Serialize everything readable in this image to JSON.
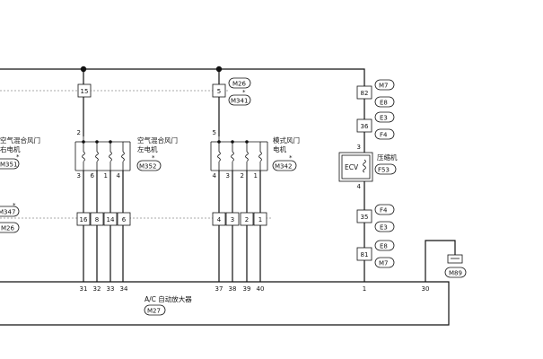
{
  "motors": {
    "air_mix_right": {
      "line1": "空气混合风门",
      "line2": "右电机"
    },
    "air_mix_left": {
      "line1": "空气混合风门",
      "line2": "左电机"
    },
    "mode_door": {
      "line1": "模式风门",
      "line2": "电机"
    }
  },
  "compressor": {
    "label": "压缩机",
    "box_text": "ECV"
  },
  "amplifier": {
    "line1": "A/C 自动放大器",
    "connector": "M27"
  },
  "connectors": {
    "m351": "M351",
    "m347_left": "M347",
    "m26_left": "M26",
    "m26_top": "M26",
    "m341": "M341",
    "m352": "M352",
    "m342": "M342",
    "m7_top": "M7",
    "e8_top": "E8",
    "e3_top": "E3",
    "f4_top": "F4",
    "f53": "F53",
    "f4_bottom": "F4",
    "e3_bottom": "E3",
    "e8_bottom": "E8",
    "m7_bottom": "M7",
    "m89": "M89"
  },
  "markers": {
    "star": "*"
  },
  "pins": {
    "top_left_block": "15",
    "top_mid_block": "5",
    "motor_left_common": "2",
    "motor_mid_common": "5",
    "motor_left_bottom": [
      "3",
      "6",
      "1",
      "4"
    ],
    "motor_mid_bottom": [
      "4",
      "3",
      "2",
      "1"
    ],
    "mid_left_block": [
      "16",
      "8",
      "14",
      "6"
    ],
    "mid_mid_block": [
      "4",
      "3",
      "2",
      "1"
    ],
    "comp_col": [
      "82",
      "36",
      "3",
      "4",
      "35",
      "81"
    ],
    "amp_terms": [
      "31",
      "32",
      "33",
      "34",
      "37",
      "38",
      "39",
      "40",
      "1",
      "30"
    ]
  }
}
